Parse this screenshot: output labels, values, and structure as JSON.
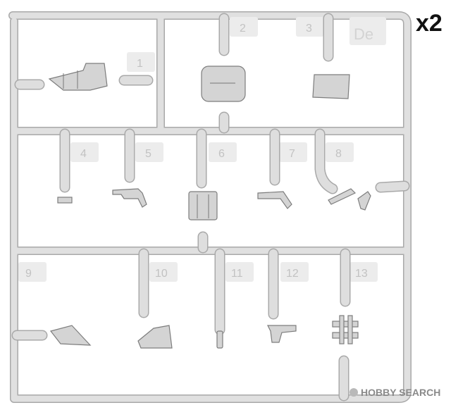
{
  "sprue": {
    "multiplier": "x2",
    "code": "De",
    "part_numbers": [
      "1",
      "2",
      "3",
      "4",
      "5",
      "6",
      "7",
      "8",
      "9",
      "10",
      "11",
      "12",
      "13"
    ]
  },
  "watermark": {
    "text": "HOBBY SEARCH"
  },
  "colors": {
    "plastic": "#dcdcdc",
    "plastic_edge": "#a8a8a8",
    "label": "#c2c2c2"
  }
}
